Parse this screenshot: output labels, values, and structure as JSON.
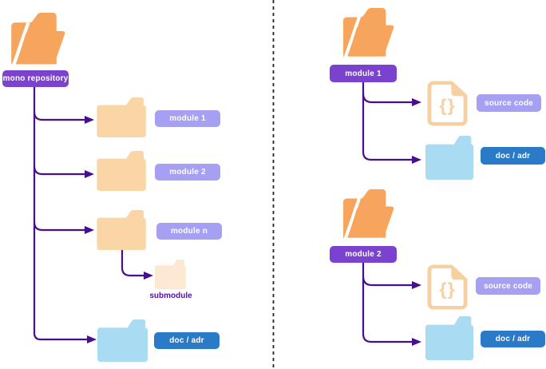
{
  "left": {
    "root": {
      "label": "mono repository"
    },
    "modules": [
      {
        "label": "module 1"
      },
      {
        "label": "module 2"
      },
      {
        "label": "module n"
      }
    ],
    "submodule": {
      "label": "submodule"
    },
    "doc": {
      "label": "doc / adr"
    }
  },
  "right": {
    "groups": [
      {
        "root": {
          "label": "module 1"
        },
        "source": {
          "label": "source code"
        },
        "doc": {
          "label": "doc / adr"
        }
      },
      {
        "root": {
          "label": "module 2"
        },
        "source": {
          "label": "source code"
        },
        "doc": {
          "label": "doc / adr"
        }
      }
    ]
  },
  "icons": {
    "open_folder": "open-folder-icon",
    "closed_folder": "closed-folder-icon",
    "code_file": "code-file-icon",
    "code_glyph": "{}"
  },
  "colors": {
    "open_folder": "#F7A45C",
    "closed_folder": "#FAD5A6",
    "submodule_folder": "#FDE9D3",
    "doc_folder": "#A9DBF2",
    "file_icon": "#F8CFA0",
    "label_purple": "#7B42D0",
    "label_light_purple": "#A5A0F2",
    "label_blue": "#2A7AC8",
    "connector": "#470E8F",
    "submodule_text": "#5211A5",
    "divider": "#222222"
  }
}
